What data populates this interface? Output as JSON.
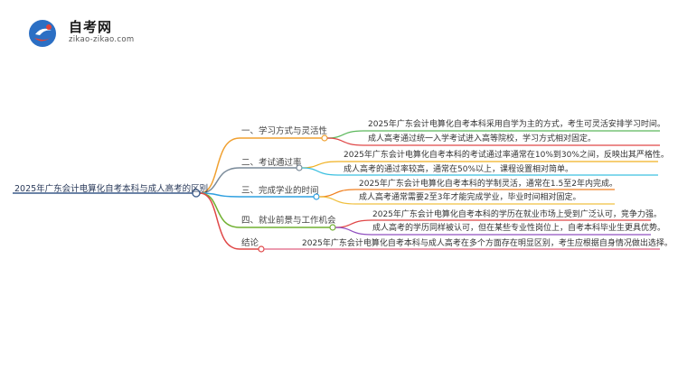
{
  "logo": {
    "title": "自考网",
    "url": "zikao-zikao.com",
    "colors": {
      "primary": "#2b6fc4",
      "accent": "#e0433a"
    }
  },
  "root": {
    "text": "2025年广东会计电算化自考本科与成人高考的区别",
    "color": "#3a5a8a"
  },
  "branches": [
    {
      "label": "一、学习方式与灵活性",
      "color": "#f0a030",
      "leaves": [
        {
          "text": "2025年广东会计电算化自考本科采用自学为主的方式，考生可灵活安排学习时间。",
          "color": "#5cb85c"
        },
        {
          "text": "成人高考通过统一入学考试进入高等院校，学习方式相对固定。",
          "color": "#e04848"
        }
      ]
    },
    {
      "label": "二、考试通过率",
      "color": "#7a8a99",
      "leaves": [
        {
          "text": "2025年广东会计电算化自考本科的考试通过率通常在10%到30%之间，反映出其严格性。",
          "color": "#f0b020"
        },
        {
          "text": "成人高考的通过率较高，通常在50%以上，课程设置相对简单。",
          "color": "#3cc0e0"
        }
      ]
    },
    {
      "label": "三、完成学业的时间",
      "color": "#2fa0e0",
      "leaves": [
        {
          "text": "2025年广东会计电算化自考本科的学制灵活，通常在1.5至2年内完成。",
          "color": "#f08020"
        },
        {
          "text": "成人高考通常需要2至3年才能完成学业，毕业时间相对固定。",
          "color": "#f0c040"
        }
      ]
    },
    {
      "label": "四、就业前景与工作机会",
      "color": "#70b030",
      "leaves": [
        {
          "text": "2025年广东会计电算化自考本科的学历在就业市场上受到广泛认可，竞争力强。",
          "color": "#e04848"
        },
        {
          "text": "成人高考的学历同样被认可，但在某些专业性岗位上，自考本科毕业生更具优势。",
          "color": "#9050c0"
        }
      ]
    },
    {
      "label": "结论",
      "color": "#e04848",
      "leaves": [
        {
          "text": "2025年广东会计电算化自考本科与成人高考在多个方面存在明显区别，考生应根据自身情况做出选择。",
          "color": "#e06080"
        }
      ]
    }
  ]
}
